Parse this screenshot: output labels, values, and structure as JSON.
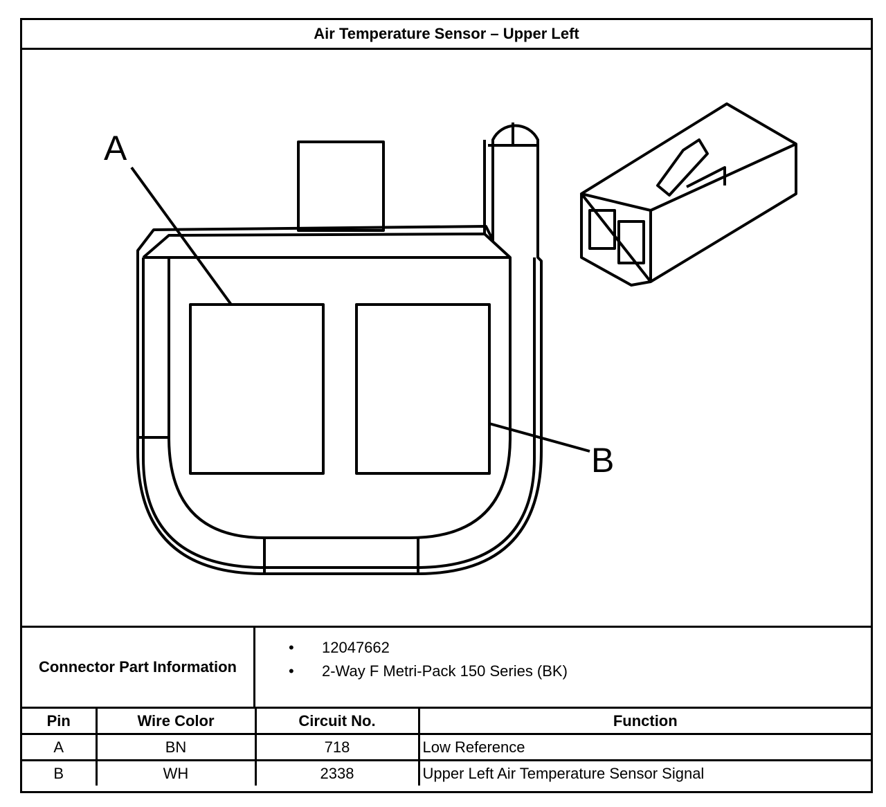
{
  "title": "Air Temperature Sensor – Upper Left",
  "diagram": {
    "pin_labels": [
      "A",
      "B"
    ]
  },
  "connector_info": {
    "label": "Connector Part Information",
    "items": [
      "12047662",
      "2-Way F Metri-Pack 150 Series (BK)"
    ],
    "bullet": "•"
  },
  "pin_table": {
    "headers": {
      "pin": "Pin",
      "wire_color": "Wire Color",
      "circuit_no": "Circuit No.",
      "function": "Function"
    },
    "rows": [
      {
        "pin": "A",
        "wire_color": "BN",
        "circuit_no": "718",
        "function": "Low Reference"
      },
      {
        "pin": "B",
        "wire_color": "WH",
        "circuit_no": "2338",
        "function": "Upper Left Air Temperature Sensor Signal"
      }
    ]
  }
}
